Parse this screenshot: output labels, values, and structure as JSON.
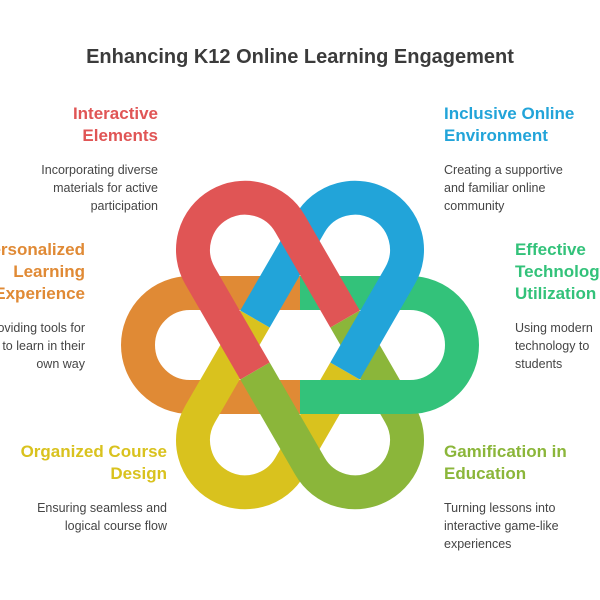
{
  "title": "Enhancing K12 Online Learning Engagement",
  "items": [
    {
      "heading": "Interactive\nElements",
      "description": "Incorporating diverse\nmaterials for active\nparticipation",
      "color": "#E05555"
    },
    {
      "heading": "Inclusive Online\nEnvironment",
      "description": "Creating a supportive\nand familiar online\ncommunity",
      "color": "#22A4D9"
    },
    {
      "heading": "Effective\nTechnology\nUtilization",
      "description": "Using modern\ntechnology to\nstudents",
      "color": "#33C27A"
    },
    {
      "heading": "Gamification in\nEducation",
      "description": "Turning lessons into\ninteractive game-like\nexperiences",
      "color": "#8BB63A"
    },
    {
      "heading": "Organized Course\nDesign",
      "description": "Ensuring seamless and\nlogical course flow",
      "color": "#D9C21E"
    },
    {
      "heading": "Personalized\nLearning\nExperience",
      "description": "Providing tools for\nto learn in their\nown way",
      "color": "#E08A35"
    }
  ]
}
